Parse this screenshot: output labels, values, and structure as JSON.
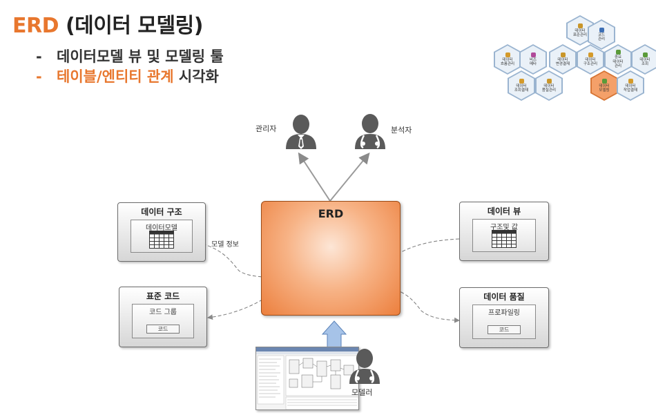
{
  "header": {
    "title_erd": "ERD",
    "title_rest": " (데이터 모델링)",
    "bullets": [
      {
        "dash": "-",
        "text": "데이터모델 뷰 및 모델링 툴"
      },
      {
        "dash": "-",
        "highlight": "테이블/엔티티 관계",
        "tail": " 시각화"
      }
    ]
  },
  "nav_hexes": [
    {
      "l1": "데이터",
      "l2": "표준관리",
      "l3": "",
      "icon_color": "#c9962a",
      "active": false
    },
    {
      "l1": "코드",
      "l2": "관리",
      "l3": "",
      "icon_color": "#3d6fb5",
      "active": false
    },
    {
      "l1": "데이터",
      "l2": "흐름관리",
      "l3": "",
      "icon_color": "#d49a2b",
      "active": false
    },
    {
      "l1": "비즈",
      "l2": "메타",
      "l3": "",
      "icon_color": "#b04a9a",
      "active": false
    },
    {
      "l1": "데이터",
      "l2": "변경결재",
      "l3": "",
      "icon_color": "#c9962a",
      "active": false
    },
    {
      "l1": "데이터",
      "l2": "구조관리",
      "l3": "",
      "icon_color": "#d49a2b",
      "active": false
    },
    {
      "l1": "중요",
      "l2": "데이터",
      "l3": "관리",
      "icon_color": "#5a9a3a",
      "active": false
    },
    {
      "l1": "데이터",
      "l2": "조회",
      "l3": "",
      "icon_color": "#5a9a3a",
      "active": false
    },
    {
      "l1": "데이터",
      "l2": "조회결재",
      "l3": "",
      "icon_color": "#d49a2b",
      "active": false
    },
    {
      "l1": "데이터",
      "l2": "품질관리",
      "l3": "",
      "icon_color": "#c9962a",
      "active": false
    },
    {
      "l1": "데이터",
      "l2": "모델링",
      "l3": "",
      "icon_color": "#5a9a3a",
      "active": true
    },
    {
      "l1": "데이터",
      "l2": "작업결재",
      "l3": "",
      "icon_color": "#d49a2b",
      "active": false
    }
  ],
  "roles": {
    "admin": "관리자",
    "analyst": "분석자",
    "modeler": "모델러"
  },
  "erd": {
    "title": "ERD"
  },
  "boxes": {
    "struct": {
      "title": "데이터 구조",
      "inner": "데이터모델"
    },
    "view": {
      "title": "데이터 뷰",
      "inner": "구조및 값"
    },
    "std": {
      "title": "표준 코드",
      "inner": "코드 그룹",
      "chip": "코드"
    },
    "quality": {
      "title": "데이터 품질",
      "inner": "프로파일링",
      "chip": "코드"
    }
  },
  "edge_labels": {
    "model_info": "모델 정보"
  }
}
